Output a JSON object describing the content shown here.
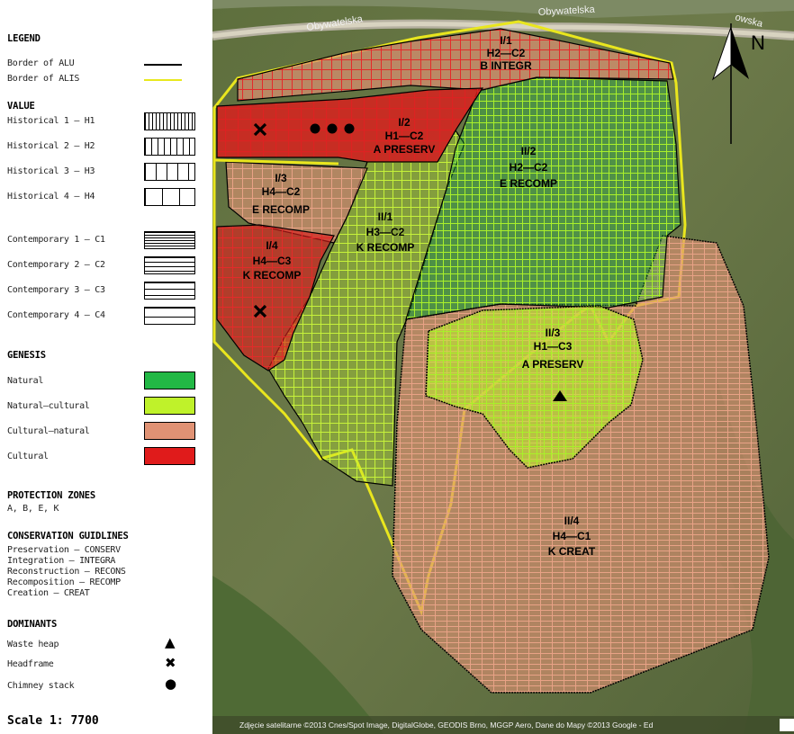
{
  "legend": {
    "title": "LEGEND",
    "borders": [
      {
        "label": "Border of ALU",
        "color": "#000000"
      },
      {
        "label": "Border of ALIS",
        "color": "#e8e81e"
      }
    ],
    "value": {
      "title": "VALUE",
      "items": [
        "Historical 1 — H1",
        "Historical 2 — H2",
        "Historical 3 — H3",
        "Historical 4 — H4",
        "Contemporary 1 — C1",
        "Contemporary 2 — C2",
        "Contemporary 3 — C3",
        "Contemporary 4 — C4"
      ]
    },
    "genesis": {
      "title": "GENESIS",
      "items": [
        {
          "label": "Natural",
          "color": "#22b845"
        },
        {
          "label": "Natural—cultural",
          "color": "#bff22a"
        },
        {
          "label": "Cultural—natural",
          "color": "#e09274"
        },
        {
          "label": "Cultural",
          "color": "#e01b1b"
        }
      ]
    },
    "protection": {
      "title": "PROTECTION ZONES",
      "text": "A, B, E, K"
    },
    "conservation": {
      "title": "CONSERVATION GUIDLINES",
      "items": [
        "Preservation — CONSERV",
        "Integration — INTEGRA",
        "Reconstruction — RECONS",
        "Recomposition — RECOMP",
        "Creation — CREAT"
      ]
    },
    "dominants": {
      "title": "DOMINANTS",
      "items": [
        {
          "label": "Waste heap",
          "icon": "triangle-icon",
          "glyph": "▲"
        },
        {
          "label": "Headframe",
          "icon": "cross-icon",
          "glyph": "✖"
        },
        {
          "label": "Chimney stack",
          "icon": "dot-icon",
          "glyph": "●"
        }
      ]
    },
    "scale": "Scale 1: 7700"
  },
  "map": {
    "roads": [
      "Obywatelska",
      "Obywatelska",
      "owska"
    ],
    "north": "N",
    "credit": "Zdjęcie satelitarne ©2013 Cnes/Spot Image, DigitalGlobe, GEODIS Brno, MGGP Aero, Dane do Mapy ©2013 Google - Ed",
    "zones": [
      {
        "id": "I/1",
        "code": "H2—C2",
        "guide": "B INTEGR"
      },
      {
        "id": "I/2",
        "code": "H1—C2",
        "guide": "A PRESERV"
      },
      {
        "id": "I/3",
        "code": "H4—C2",
        "guide": "E RECOMP"
      },
      {
        "id": "I/4",
        "code": "H4—C3",
        "guide": "K RECOMP"
      },
      {
        "id": "II/1",
        "code": "H3—C2",
        "guide": "K RECOMP"
      },
      {
        "id": "II/2",
        "code": "H2—C2",
        "guide": "E RECOMP"
      },
      {
        "id": "II/3",
        "code": "H1—C3",
        "guide": "A PRESERV"
      },
      {
        "id": "II/4",
        "code": "H4—C1",
        "guide": "K CREAT"
      }
    ]
  }
}
